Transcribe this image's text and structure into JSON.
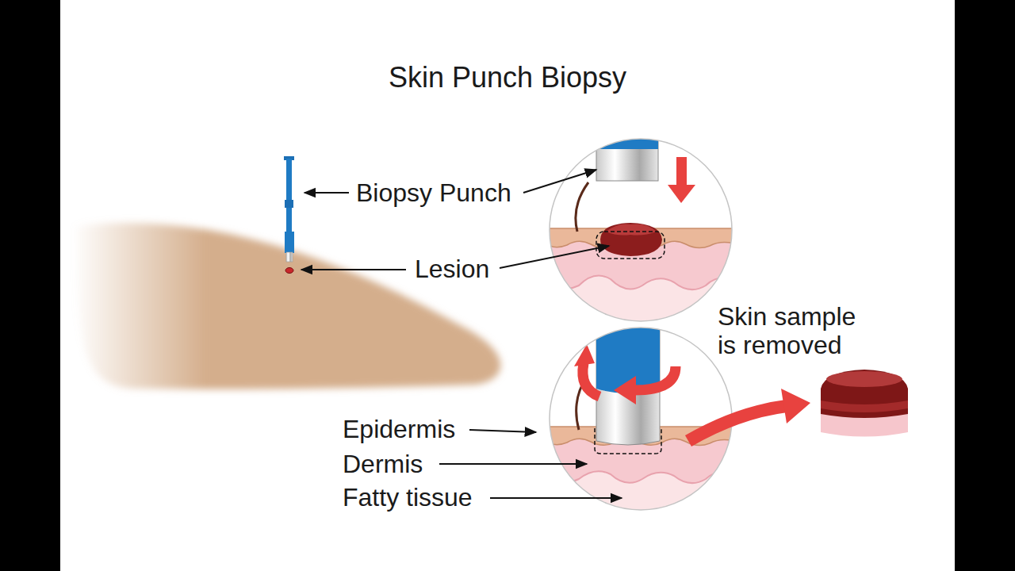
{
  "diagram": {
    "title": "Skin Punch Biopsy",
    "labels": [
      "Biopsy Punch",
      "Lesion",
      "Skin sample is removed",
      "Epidermis",
      "Dermis",
      "Fatty tissue"
    ]
  }
}
